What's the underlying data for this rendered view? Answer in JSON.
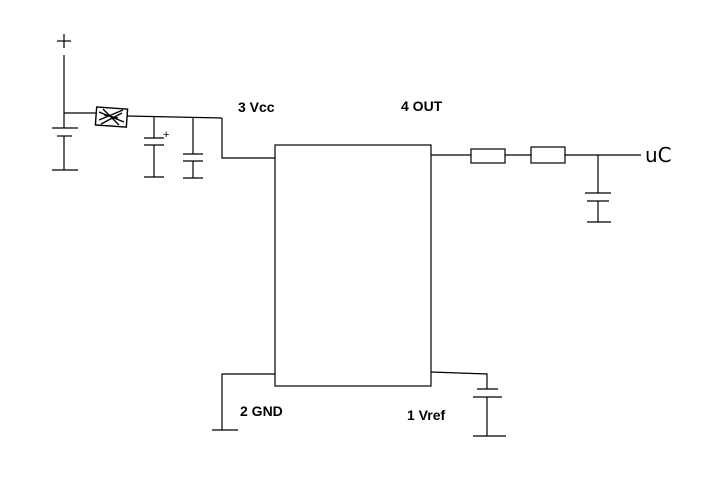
{
  "pins": {
    "vcc": "3 Vcc",
    "out": "4 OUT",
    "gnd": "2 GND",
    "vref": "1 Vref"
  },
  "supply": {
    "plus_sign": "+",
    "cap_polarity": "+"
  },
  "output": {
    "destination": "uC"
  }
}
